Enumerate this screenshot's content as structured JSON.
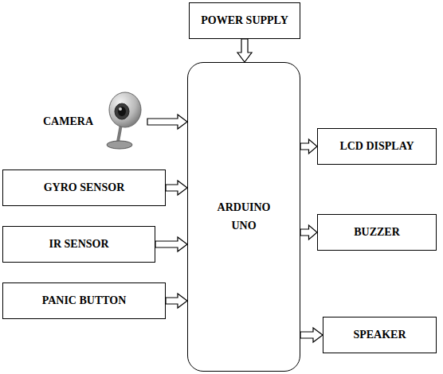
{
  "diagram": {
    "nodes": [
      {
        "text": [
          "POWER SUPPLY"
        ]
      },
      {
        "text": [
          "CAMERA"
        ]
      },
      {
        "text": [
          "ARDUINO UNO"
        ]
      },
      {
        "text": [
          "LCD DISPLAY"
        ]
      },
      {
        "text": [
          "GYRO SENSOR"
        ]
      },
      {
        "text": [
          "BUZZER"
        ]
      },
      {
        "text": [
          "IR SENSOR"
        ]
      },
      {
        "text": [
          "PANIC BUTTON"
        ]
      },
      {
        "text": [
          "SPEAKER"
        ]
      }
    ],
    "edges": [
      {
        "from": 0,
        "to": 2,
        "arrow": "to"
      },
      {
        "from": 1,
        "to": 2,
        "arrow": "to"
      },
      {
        "from": 4,
        "to": 2,
        "arrow": "to"
      },
      {
        "from": 6,
        "to": 2,
        "arrow": "to"
      },
      {
        "from": 7,
        "to": 2,
        "arrow": "to"
      },
      {
        "from": 2,
        "to": 3,
        "arrow": "to"
      },
      {
        "from": 2,
        "to": 5,
        "arrow": "to"
      },
      {
        "from": 2,
        "to": 8,
        "arrow": "to"
      }
    ]
  }
}
